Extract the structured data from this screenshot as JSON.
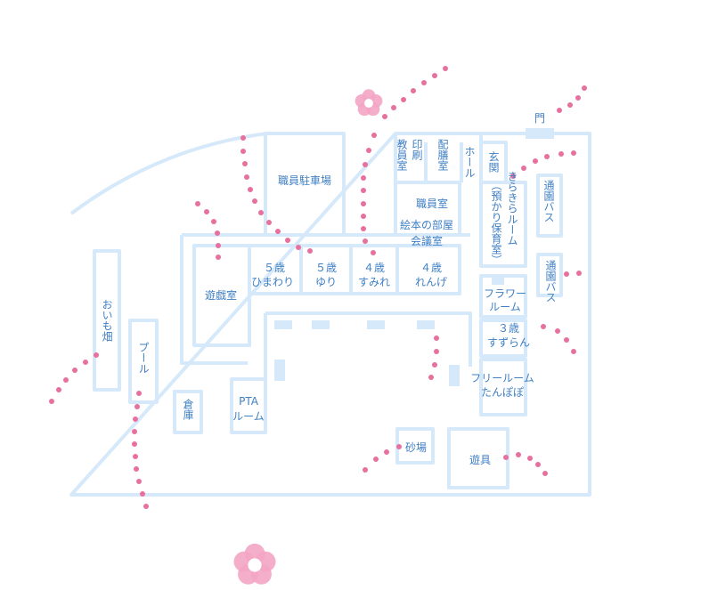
{
  "map": {
    "colors": {
      "wall": "#d6e9fa",
      "label": "#3f7fc4",
      "dot": "#e8709f",
      "flower": "#f4a5c4",
      "flower_center": "#ffffff"
    },
    "labels": {
      "gate": "門",
      "staff_parking": "職員駐車場",
      "teachers_room": "教員室",
      "printing": "印刷",
      "serving_room": "配膳室",
      "hall": "ホール",
      "entrance": "玄関",
      "staff_room": "職員室",
      "picture_book_room": "絵本の部屋",
      "meeting_room": "会議室",
      "kirakira_room": "きらきらルーム",
      "kirakira_note": "（預かり保育室）",
      "bus_1": "通園バス",
      "bus_2": "通園バス",
      "playroom": "遊戯室",
      "class_5_himawari_age": "５歳",
      "class_5_himawari_name": "ひまわり",
      "class_5_yuri_age": "５歳",
      "class_5_yuri_name": "ゆり",
      "class_4_sumire_age": "４歳",
      "class_4_sumire_name": "すみれ",
      "class_4_renge_age": "４歳",
      "class_4_renge_name": "れんげ",
      "flower_room_1": "フラワー",
      "flower_room_2": "ルーム",
      "class_3_suzuran_age": "３歳",
      "class_3_suzuran_name": "すずらん",
      "free_room_1": "フリールーム",
      "free_room_2": "たんぽぽ",
      "potato_field": "おいも畑",
      "pool": "プール",
      "storage": "倉庫",
      "pta_room_1": "PTA",
      "pta_room_2": "ルーム",
      "sandbox": "砂場",
      "playground_equipment": "遊具"
    }
  }
}
